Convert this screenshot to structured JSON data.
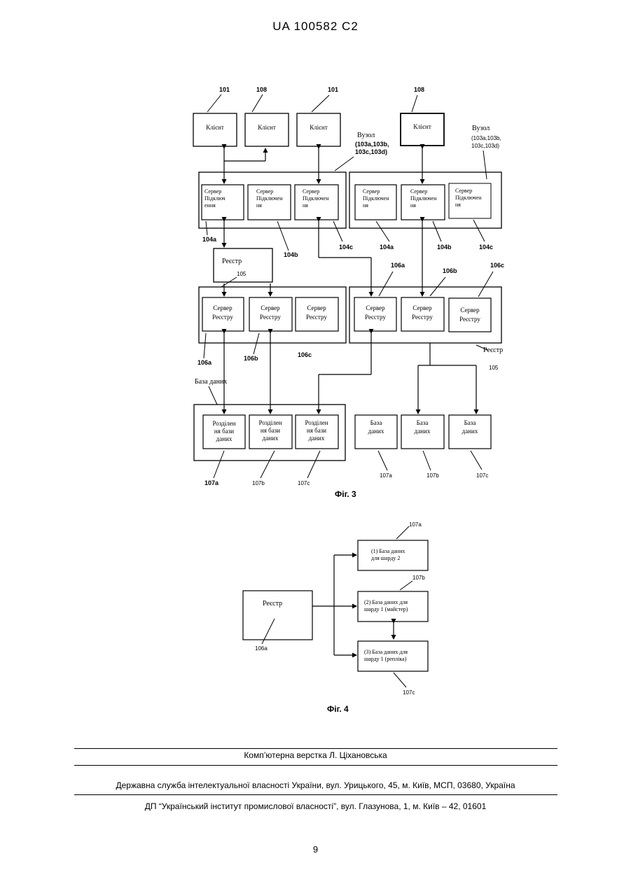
{
  "header": {
    "patent_number": "UA   100582   C2"
  },
  "fig3": {
    "caption": "Фіг. 3",
    "clients": [
      {
        "ref": "101",
        "label": "Клієнт"
      },
      {
        "ref": "108",
        "label": "Клієнт"
      },
      {
        "ref": "101",
        "label": "Клієнт"
      },
      {
        "ref": "108",
        "label": "Клієнт"
      }
    ],
    "node_label": "Вузол",
    "node_refs_left": [
      "(103a,103b,",
      "103c,103d)"
    ],
    "node_refs_right": [
      "(103a,103b,",
      "103c,103d)"
    ],
    "conn_servers": [
      {
        "ref": "104a",
        "lines": [
          "Сервер",
          "Підключ",
          "ення"
        ]
      },
      {
        "ref": "104b",
        "lines": [
          "Сервер",
          "Підключен",
          "ня"
        ]
      },
      {
        "ref": "104c",
        "lines": [
          "Сервер",
          "Підключен",
          "ня"
        ]
      },
      {
        "ref": "104a",
        "lines": [
          "Сервер",
          "Підключен",
          "ня"
        ]
      },
      {
        "ref": "104b",
        "lines": [
          "Сервер",
          "Підключен",
          "ня"
        ]
      },
      {
        "ref": "104c",
        "lines": [
          "Сервер",
          "Підключен",
          "ня"
        ]
      }
    ],
    "registry_box_label": "Реєстр",
    "registry_box_ref": "105",
    "registry_servers": [
      {
        "ref": "106a",
        "lines": [
          "Сервер",
          "Реєстру"
        ]
      },
      {
        "ref": "106b",
        "lines": [
          "Сервер",
          "Реєстру"
        ]
      },
      {
        "ref": "106c",
        "lines": [
          "Сервер",
          "Реєстру"
        ]
      },
      {
        "ref": "106a",
        "lines": [
          "Сервер",
          "Реєстру"
        ]
      },
      {
        "ref": "106b",
        "lines": [
          "Сервер",
          "Реєстру"
        ]
      },
      {
        "ref": "106c",
        "lines": [
          "Сервер",
          "Реєстру"
        ]
      }
    ],
    "registry_right_label": "Реєстр",
    "registry_right_ref": "105",
    "database_label": "База даних",
    "partitions": [
      {
        "ref": "107a",
        "lines": [
          "Розділен",
          "ня бази",
          "даних"
        ]
      },
      {
        "ref": "107b",
        "lines": [
          "Розділен",
          "ня бази",
          "даних"
        ]
      },
      {
        "ref": "107c",
        "lines": [
          "Розділен",
          "ня бази",
          "даних"
        ]
      }
    ],
    "databases": [
      {
        "ref": "107a",
        "lines": [
          "База",
          "даних"
        ]
      },
      {
        "ref": "107b",
        "lines": [
          "База",
          "даних"
        ]
      },
      {
        "ref": "107c",
        "lines": [
          "База",
          "даних"
        ]
      }
    ]
  },
  "fig4": {
    "caption": "Фіг. 4",
    "registry_label": "Реєстр",
    "registry_ref": "106a",
    "dbs": [
      {
        "ref": "107a",
        "lines": [
          "(1) База даних",
          "для шарду 2"
        ]
      },
      {
        "ref": "107b",
        "lines": [
          "(2) База даних для",
          "шарду 1 (майстер)"
        ]
      },
      {
        "ref": "107c",
        "lines": [
          "(3) База даних для",
          "шарду 1 (репліка)"
        ]
      }
    ]
  },
  "footer": {
    "layout": "Комп’ютерна верстка Л. Ціхановська",
    "office": "Державна служба інтелектуальної власності України, вул. Урицького, 45, м. Київ, МСП, 03680, Україна",
    "institute": "ДП “Український інститут промислової власності”, вул. Глазунова, 1, м. Київ – 42, 01601"
  },
  "page_number": "9"
}
